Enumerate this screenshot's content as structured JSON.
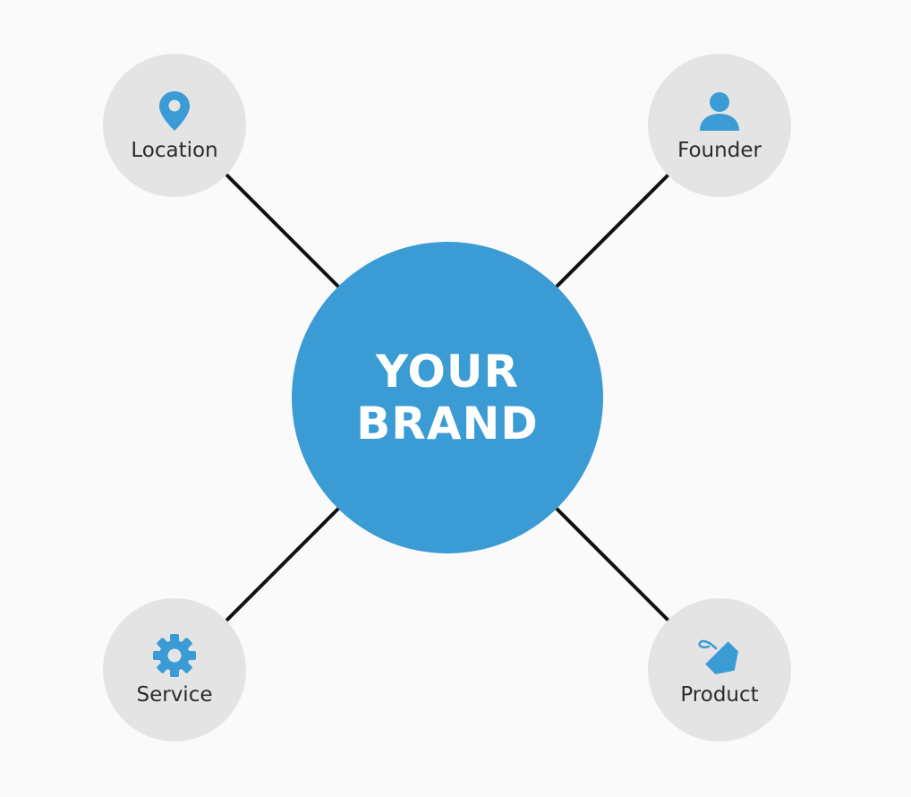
{
  "colors": {
    "hub": "#3a9bd5",
    "node": "#e4e4e4",
    "icon": "#3a9bd5",
    "connector": "#111111",
    "label": "#2b2b2b",
    "background": "#fafafa"
  },
  "hub": {
    "line1": "YOUR",
    "line2": "BRAND"
  },
  "nodes": [
    {
      "label": "Location",
      "icon": "location-pin-icon"
    },
    {
      "label": "Founder",
      "icon": "person-icon"
    },
    {
      "label": "Service",
      "icon": "gear-icon"
    },
    {
      "label": "Product",
      "icon": "price-tag-icon"
    }
  ]
}
